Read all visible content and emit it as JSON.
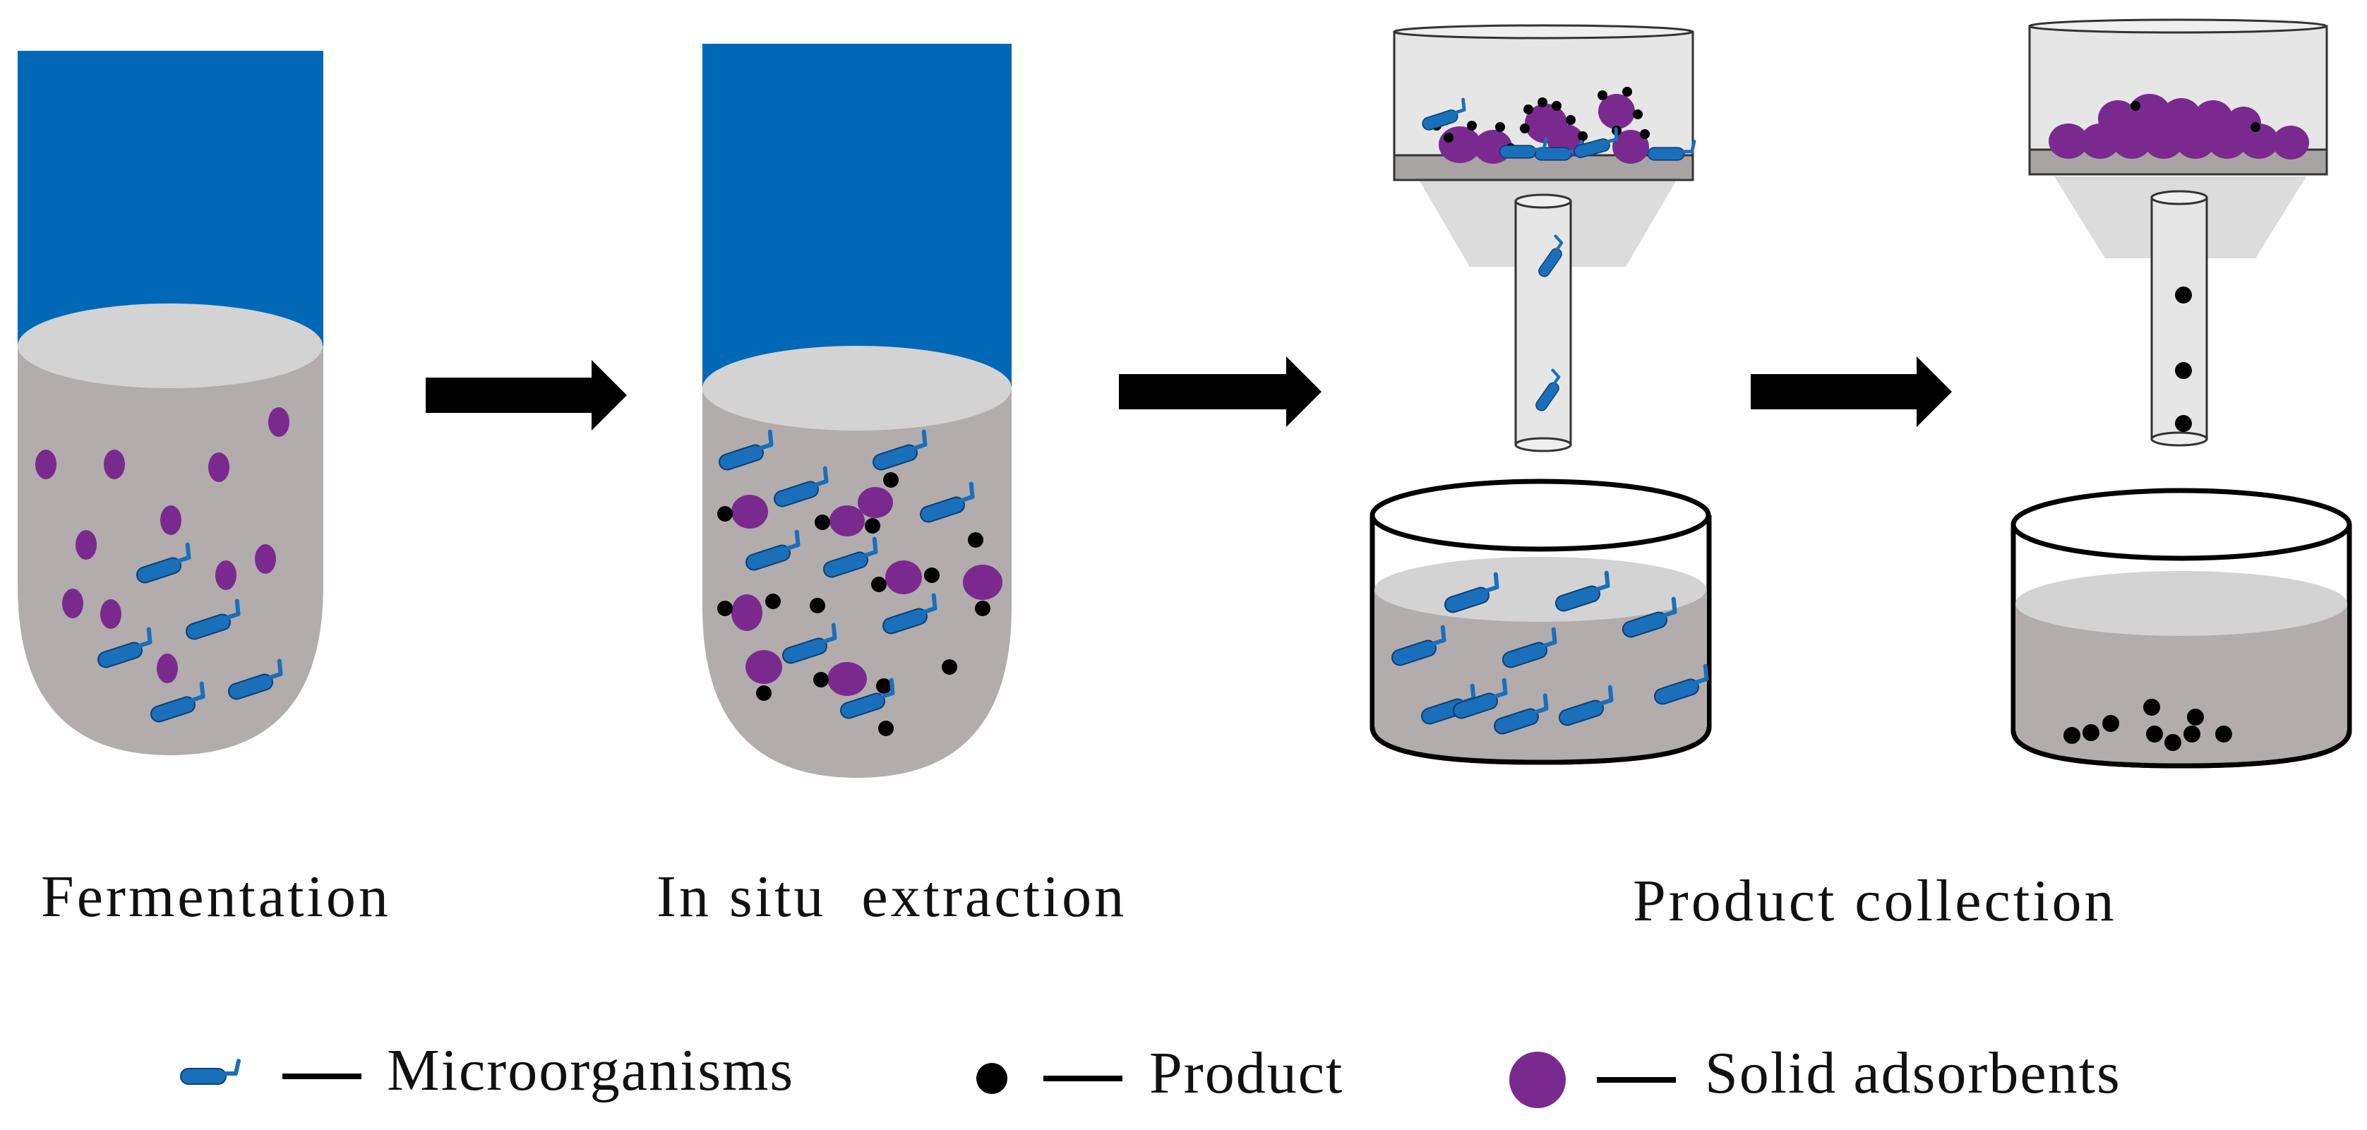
{
  "stages": {
    "fermentation": "Fermentation",
    "in_situ": "In situ  extraction",
    "collection": "Product collection"
  },
  "legend": {
    "microorganisms": "Microorganisms",
    "product": "Product",
    "solid_adsorbents": "Solid adsorbents"
  },
  "colors": {
    "medium": "#b2acac",
    "medium_surface": "#d3d3d3",
    "headspace": "#0068b7",
    "microorganism": "#1a6fba",
    "adsorbent": "#7a2a8e",
    "product": "#000000",
    "arrow": "#000000",
    "apparatus": "#dcdcdc"
  }
}
